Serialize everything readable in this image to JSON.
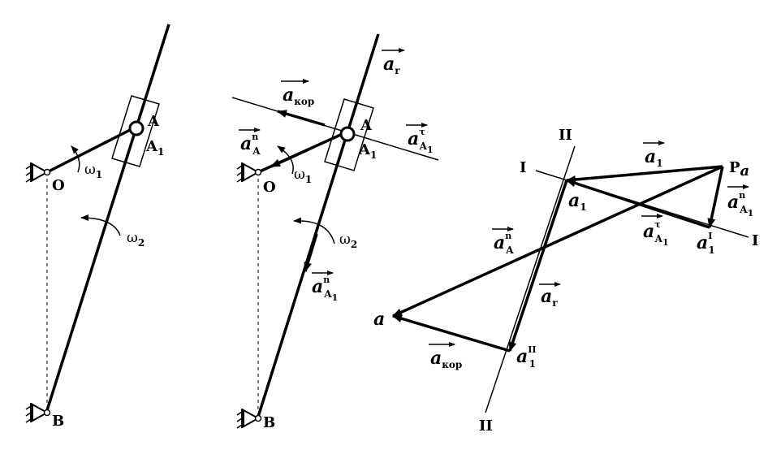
{
  "figure1": {
    "point_A": "A",
    "point_A1": "A",
    "point_A1_index": "1",
    "point_O": "O",
    "point_B": "B",
    "omega1": "ω",
    "omega1_index": "1",
    "omega2": "ω",
    "omega2_index": "2"
  },
  "figure2": {
    "vec_ar": "a",
    "vec_ar_sub": "r",
    "vec_akor": "a",
    "vec_akor_sub": "кор",
    "vec_aA1tau": "a",
    "vec_aA1tau_sup": "τ",
    "vec_aA1tau_sub": "A",
    "vec_aA1tau_subindex": "1",
    "vec_aAn": "a",
    "vec_aAn_sup": "n",
    "vec_aAn_sub": "A",
    "vec_aA1n": "a",
    "vec_aA1n_sup": "n",
    "vec_aA1n_sub": "A",
    "vec_aA1n_subindex": "1",
    "point_A": "A",
    "point_A1": "A",
    "point_A1_index": "1",
    "point_O": "O",
    "point_B": "B",
    "omega1": "ω",
    "omega1_index": "1",
    "omega2": "ω",
    "omega2_index": "2"
  },
  "figure3": {
    "line_II_top": "II",
    "line_II_bottom": "II",
    "line_I_left": "I",
    "line_I_right": "I",
    "pole": "P",
    "pole_sub": "a",
    "vec_a1": "a",
    "vec_a1_sub": "1",
    "vec_aA1n": "a",
    "vec_aA1n_sup": "n",
    "vec_aA1n_sub": "A",
    "vec_aA1n_subindex": "1",
    "vec_aA1tau": "a",
    "vec_aA1tau_sup": "τ",
    "vec_aA1tau_sub": "A",
    "vec_aA1tau_subindex": "1",
    "vec_aAn": "a",
    "vec_aAn_sup": "n",
    "vec_aAn_sub": "A",
    "vec_ar": "a",
    "vec_ar_sub": "r",
    "vec_akor": "a",
    "vec_akor_sub": "кор",
    "point_a1": "a",
    "point_a1_sub": "1",
    "point_a1prime": "a",
    "point_a1prime_sup": "I",
    "point_a1prime_sub": "1",
    "point_a1dprime": "a",
    "point_a1dprime_sup": "II",
    "point_a1dprime_sub": "1",
    "point_a": "a"
  }
}
